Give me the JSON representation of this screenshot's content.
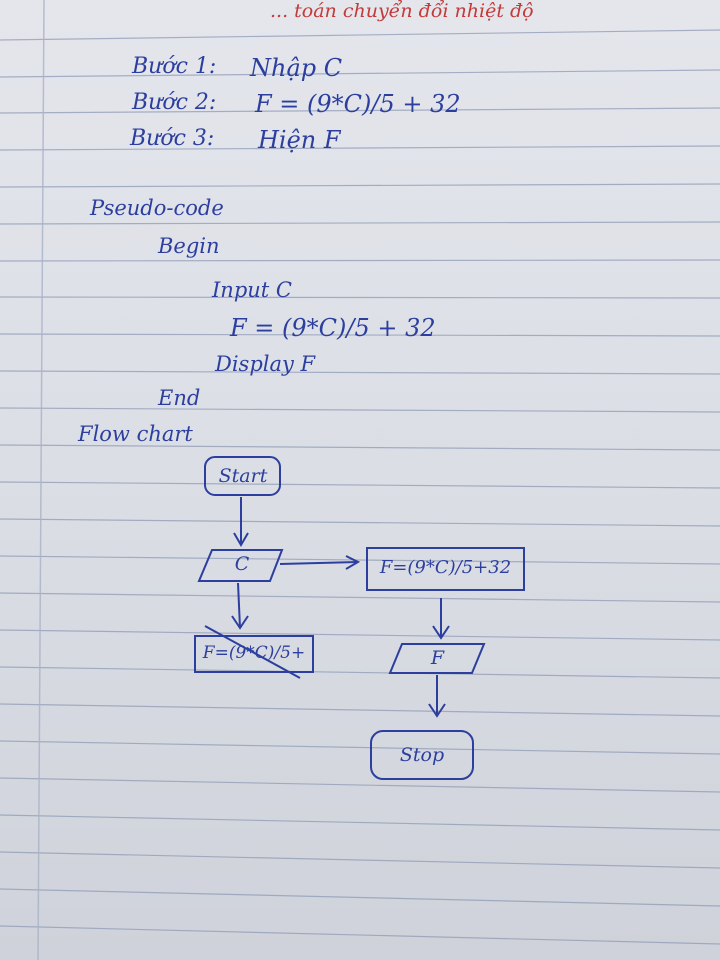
{
  "heading": "... toán chuyển đổi nhiệt độ",
  "steps": [
    {
      "label": "Bước 1:",
      "value": "Nhập C"
    },
    {
      "label": "Bước 2:",
      "value": "F = (9*C)/5 + 32"
    },
    {
      "label": "Bước 3:",
      "value": "Hiện F"
    }
  ],
  "pseudocode": {
    "title": "Pseudo-code",
    "begin": "Begin",
    "input": "Input C",
    "formula": "F = (9*C)/5 + 32",
    "display": "Display F",
    "end": "End"
  },
  "flowchart": {
    "title": "Flow chart",
    "start": "Start",
    "input": "C",
    "process": "F=(9*C)/5+32",
    "crossed_out": "F=(9*C)/5+",
    "output": "F",
    "stop": "Stop"
  },
  "colors": {
    "ink": "#2c3f9e",
    "red_ink": "#c23a3a",
    "paper": "#dfe2e8",
    "rule": "#8f9bb6"
  }
}
